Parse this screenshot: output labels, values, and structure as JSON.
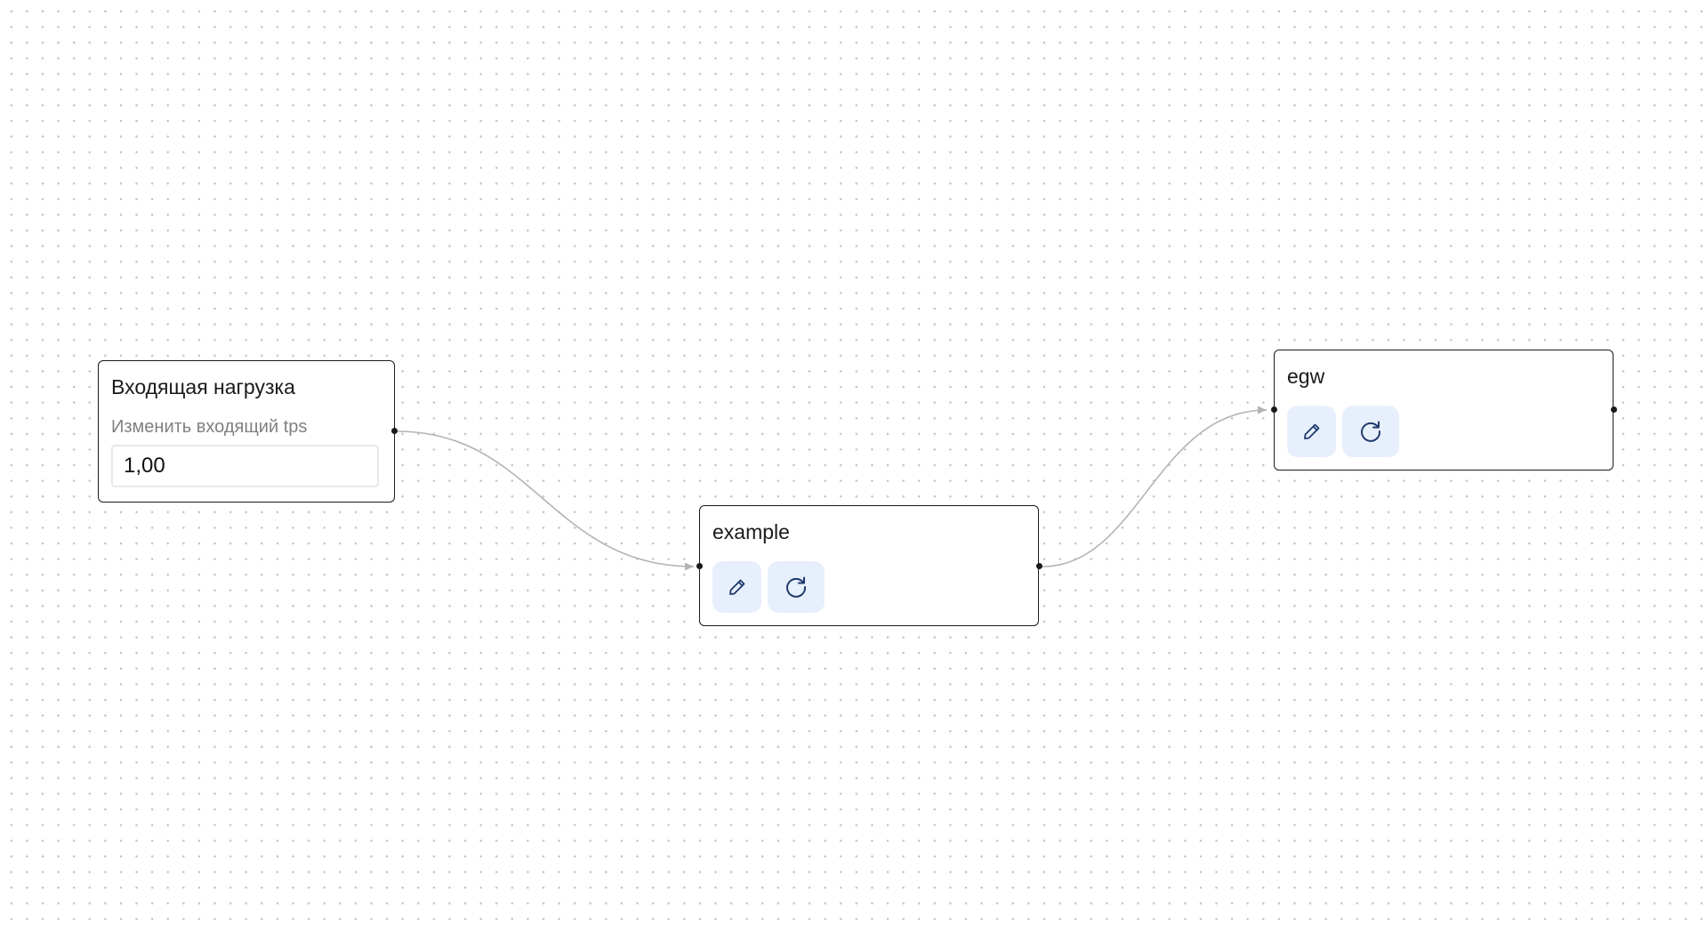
{
  "nodes": {
    "incoming_load": {
      "title": "Входящая нагрузка",
      "sublabel": "Изменить входящий tps",
      "input_value": "1,00"
    },
    "example": {
      "title": "example",
      "edit_icon": "pencil-icon",
      "refresh_icon": "refresh-icon"
    },
    "egw": {
      "title": "egw",
      "edit_icon": "pencil-icon",
      "refresh_icon": "refresh-icon"
    }
  },
  "edges": [
    {
      "from": "Входящая нагрузка",
      "to": "example"
    },
    {
      "from": "example",
      "to": "egw"
    }
  ],
  "colors": {
    "node_border": "#1a1a1a",
    "edge": "#b3b3b3",
    "button_bg": "#e8effc",
    "icon": "#1e3a6e",
    "grid_dot": "#c2c2c2"
  }
}
